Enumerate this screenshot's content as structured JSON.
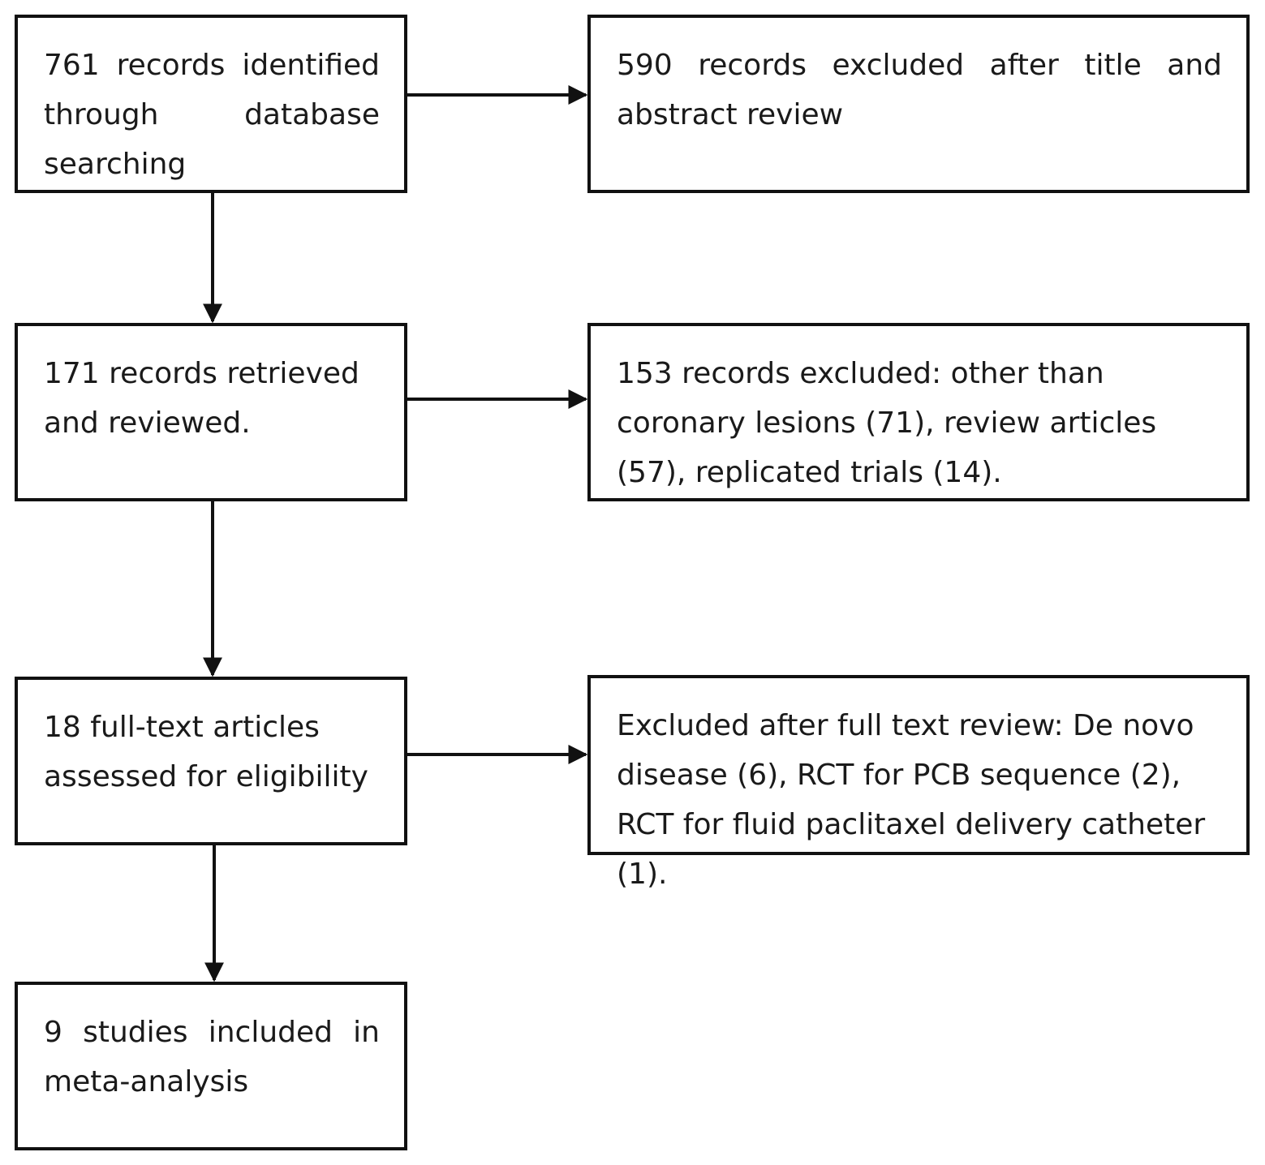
{
  "flow": {
    "left": [
      {
        "text": "761 records identified through database searching"
      },
      {
        "text": "171 records retrieved and reviewed."
      },
      {
        "text": "18 full-text articles assessed for eligibility"
      },
      {
        "text": "9 studies included in meta-analysis"
      }
    ],
    "right": [
      {
        "text": "590 records excluded after title and abstract review"
      },
      {
        "text": "153 records excluded: other than coronary lesions (71), review articles (57), replicated trials (14)."
      },
      {
        "text": "Excluded after full text review: De novo disease (6), RCT for PCB sequence (2), RCT for fluid paclitaxel delivery catheter (1)."
      }
    ]
  },
  "colors": {
    "line": "#111111",
    "background": "#ffffff",
    "text": "#1a1a1a"
  }
}
